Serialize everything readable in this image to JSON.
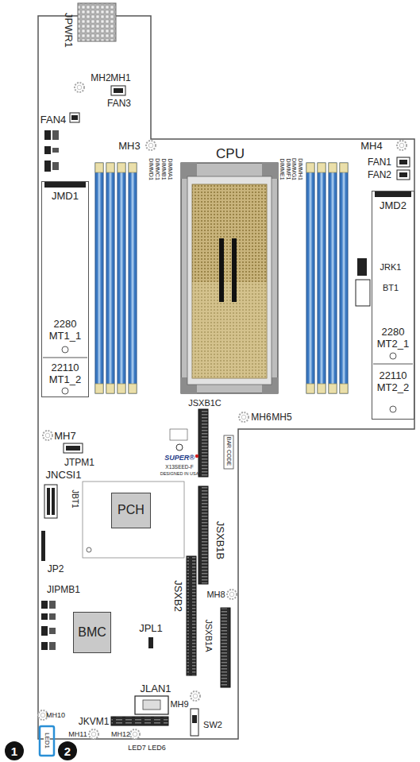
{
  "diagram": {
    "nodes": [
      {
        "text": [
          "JMD1",
          "2280 MT1_1",
          "22110 MT1_2"
        ]
      },
      {
        "text": [
          "JMD2",
          "2280 MT2_1",
          "22110 MT2_2"
        ]
      },
      {
        "text": [
          "PCH"
        ]
      },
      {
        "text": [
          "BMC"
        ]
      }
    ],
    "labels": [
      "JPWR1",
      "MH2",
      "MH1",
      "FAN3",
      "FAN4",
      "MH3",
      "CPU",
      "MH4",
      "DIMMD1",
      "DIMMC1",
      "DIMMB1",
      "DIMMA1",
      "DIMME1",
      "DIMMF1",
      "DIMMG1",
      "DIMMH1",
      "FAN1",
      "FAN2",
      "JRK1",
      "BT1",
      "JSXB1C",
      "MH6",
      "MH5",
      "BAR CODE",
      "SUPER®",
      "X13SEED-F",
      "DESIGNED IN USA",
      "MH7",
      "JTPM1",
      "JNCSI1",
      "JBT1",
      "JSXB1B",
      "JSXB2",
      "MH8",
      "JSXB1A",
      "JP2",
      "JIPMB1",
      "JPL1",
      "JLAN1",
      "MH9",
      "MH10",
      "JKVM1",
      "MH11",
      "MH12",
      "SW2",
      "LED1",
      "LED7 LED6",
      "1",
      "2"
    ]
  }
}
